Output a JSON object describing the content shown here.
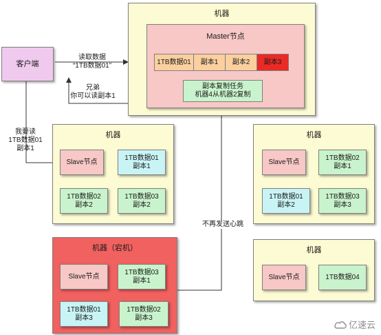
{
  "top_machine": {
    "title": "机器",
    "master": {
      "title": "Master节点",
      "cells": [
        "1TB数据01",
        "副本1",
        "副本2",
        "副本3"
      ],
      "task": "副本复制任务\n机器4从机器2复制"
    }
  },
  "client": {
    "label": "客户端"
  },
  "arrows": {
    "read_request": "读取数据\n“1TB数据01”",
    "reply": "兄弟\n你可以读副本1",
    "read_replica": "我要读\n1TB数据01\n副本1",
    "no_heartbeat": "不再发送心跳"
  },
  "machine2": {
    "title": "机器",
    "nodes": [
      "Slave节点",
      "1TB数据01\n副本1",
      "1TB数据02\n副本2",
      "1TB数据03\n副本2"
    ]
  },
  "machine3": {
    "title": "机器",
    "nodes": [
      "Slave节点",
      "1TB数据02\n副本1",
      "1TB数据01\n副本2",
      "1TB数据03\n副本3"
    ]
  },
  "machine_down": {
    "title": "机器（宕机）",
    "nodes": [
      "Slave节点",
      "1TB数据03\n副本1",
      "1TB数据01\n副本3",
      "1TB数据02\n副本3"
    ]
  },
  "machine4": {
    "title": "机器",
    "nodes": [
      "Slave节点",
      "1TB数据04"
    ]
  },
  "logo": {
    "text": "亿速云",
    "icon": "yisu-cloud-logo-icon"
  },
  "colors": {
    "machine_bg": "#fdfbd3",
    "machine_down_bg": "#f0615f",
    "slave_bg": "#f7c8c6",
    "data_cyan": "#c9f4f6",
    "data_green": "#c9f3cc",
    "master_data": "#fbcf9f",
    "replica3_red": "#ea2a25",
    "client_bg": "#f0c9ee"
  }
}
